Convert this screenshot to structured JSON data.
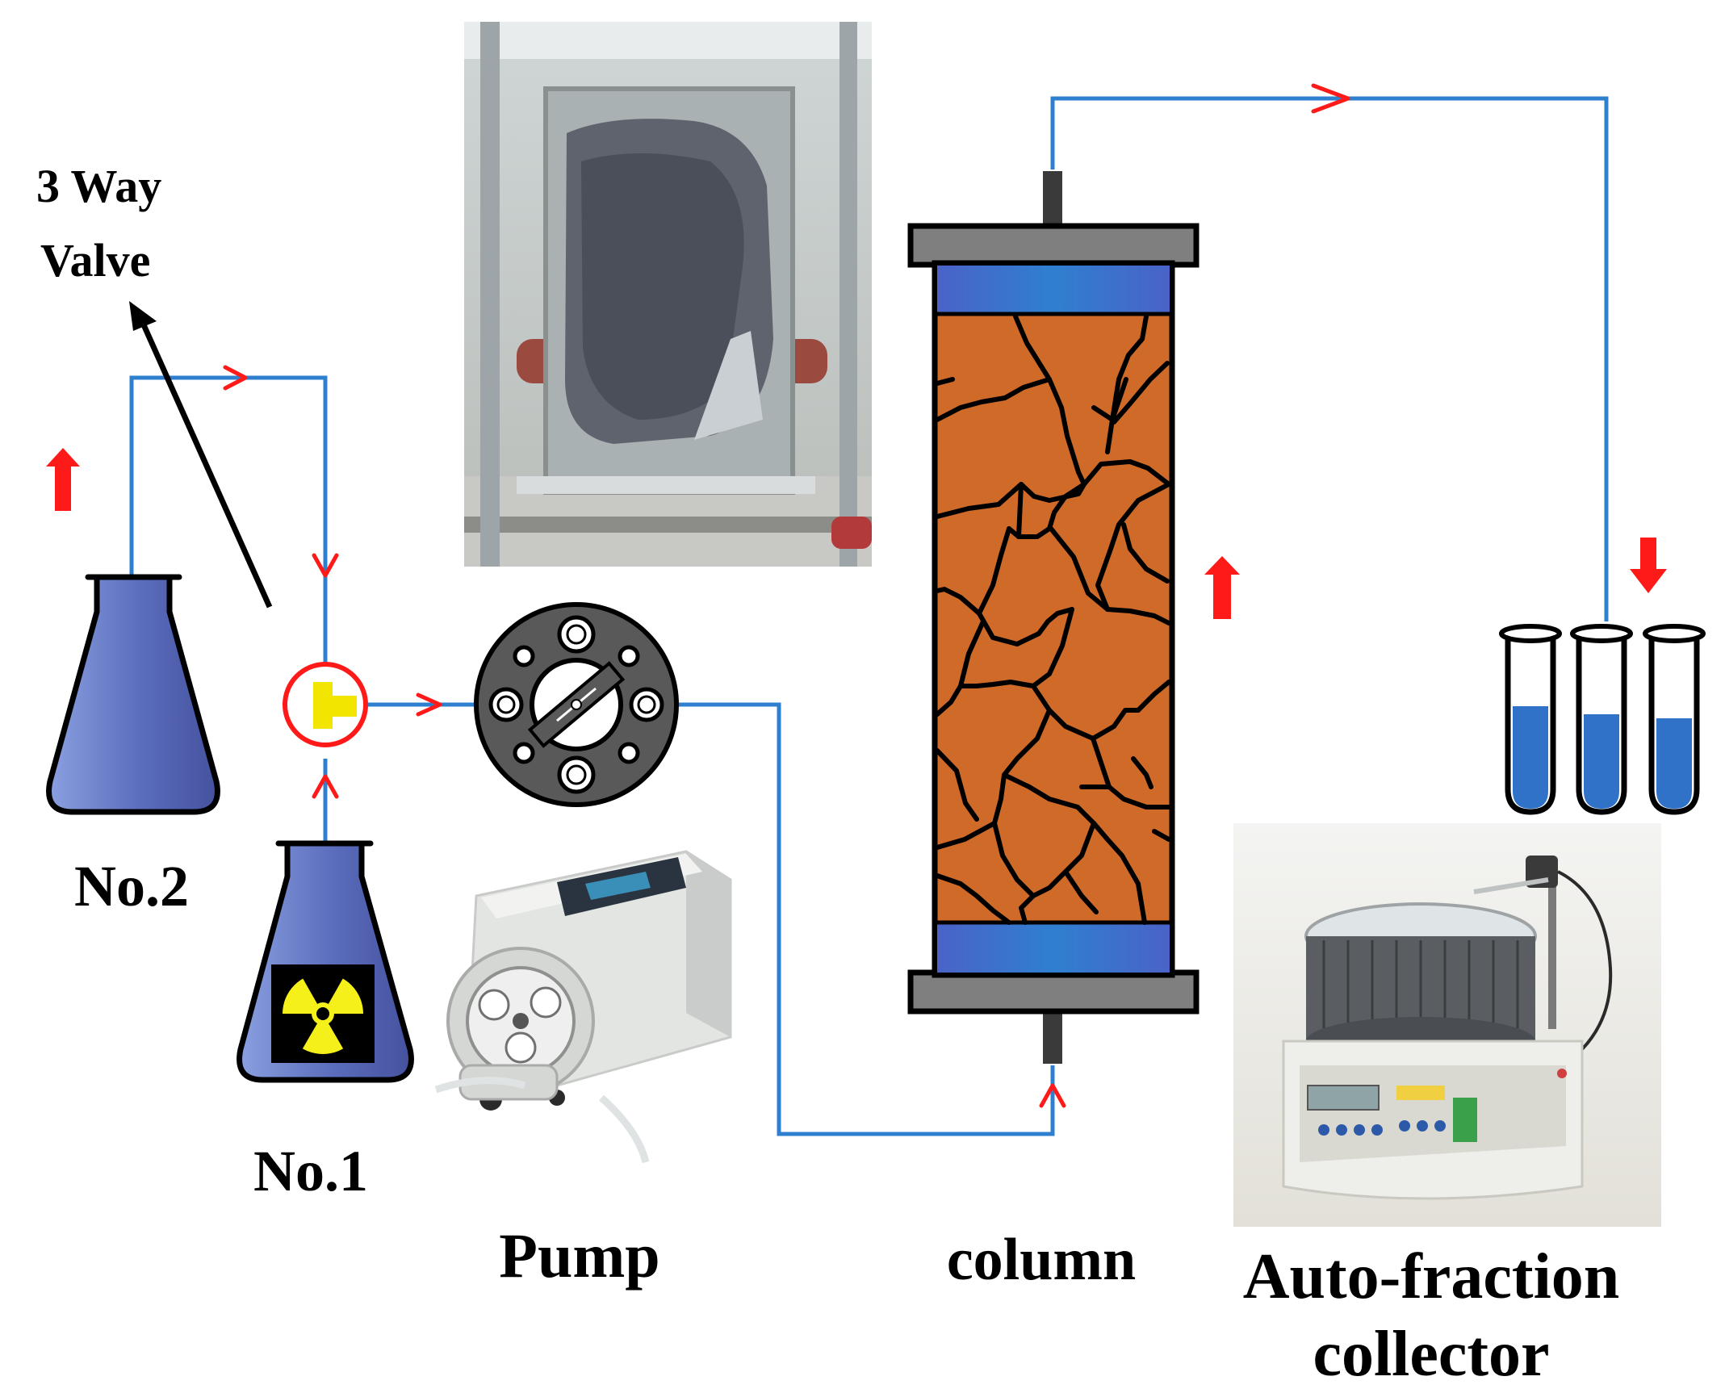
{
  "labels": {
    "valve_line1": "3 Way",
    "valve_line2": "Valve",
    "flask2": "No.2",
    "flask1": "No.1",
    "pump": "Pump",
    "column": "column",
    "collector_line1": "Auto-fraction",
    "collector_line2": "collector"
  },
  "colors": {
    "tubing": "#2f7fcf",
    "flow_arrow": "#ff1a1a",
    "valve_ring": "#ff1a1a",
    "valve_body": "#f2e600",
    "flask_fill": "#6a7ec8",
    "soil": "#cf6a28",
    "crack": "#000000",
    "endcap": "#7f7f7f",
    "filter_band": "#3a6fc0",
    "tube_liquid": "#2f72c8",
    "hazard_yellow": "#f5ef1a"
  },
  "icons": [
    "flask-no2-icon",
    "flask-no1-icon",
    "radiation-hazard-icon",
    "three-way-valve-icon",
    "pump-head-icon",
    "peristaltic-pump-photo",
    "soil-column-icon",
    "soil-box-photo",
    "test-tube-icon",
    "fraction-collector-photo"
  ]
}
